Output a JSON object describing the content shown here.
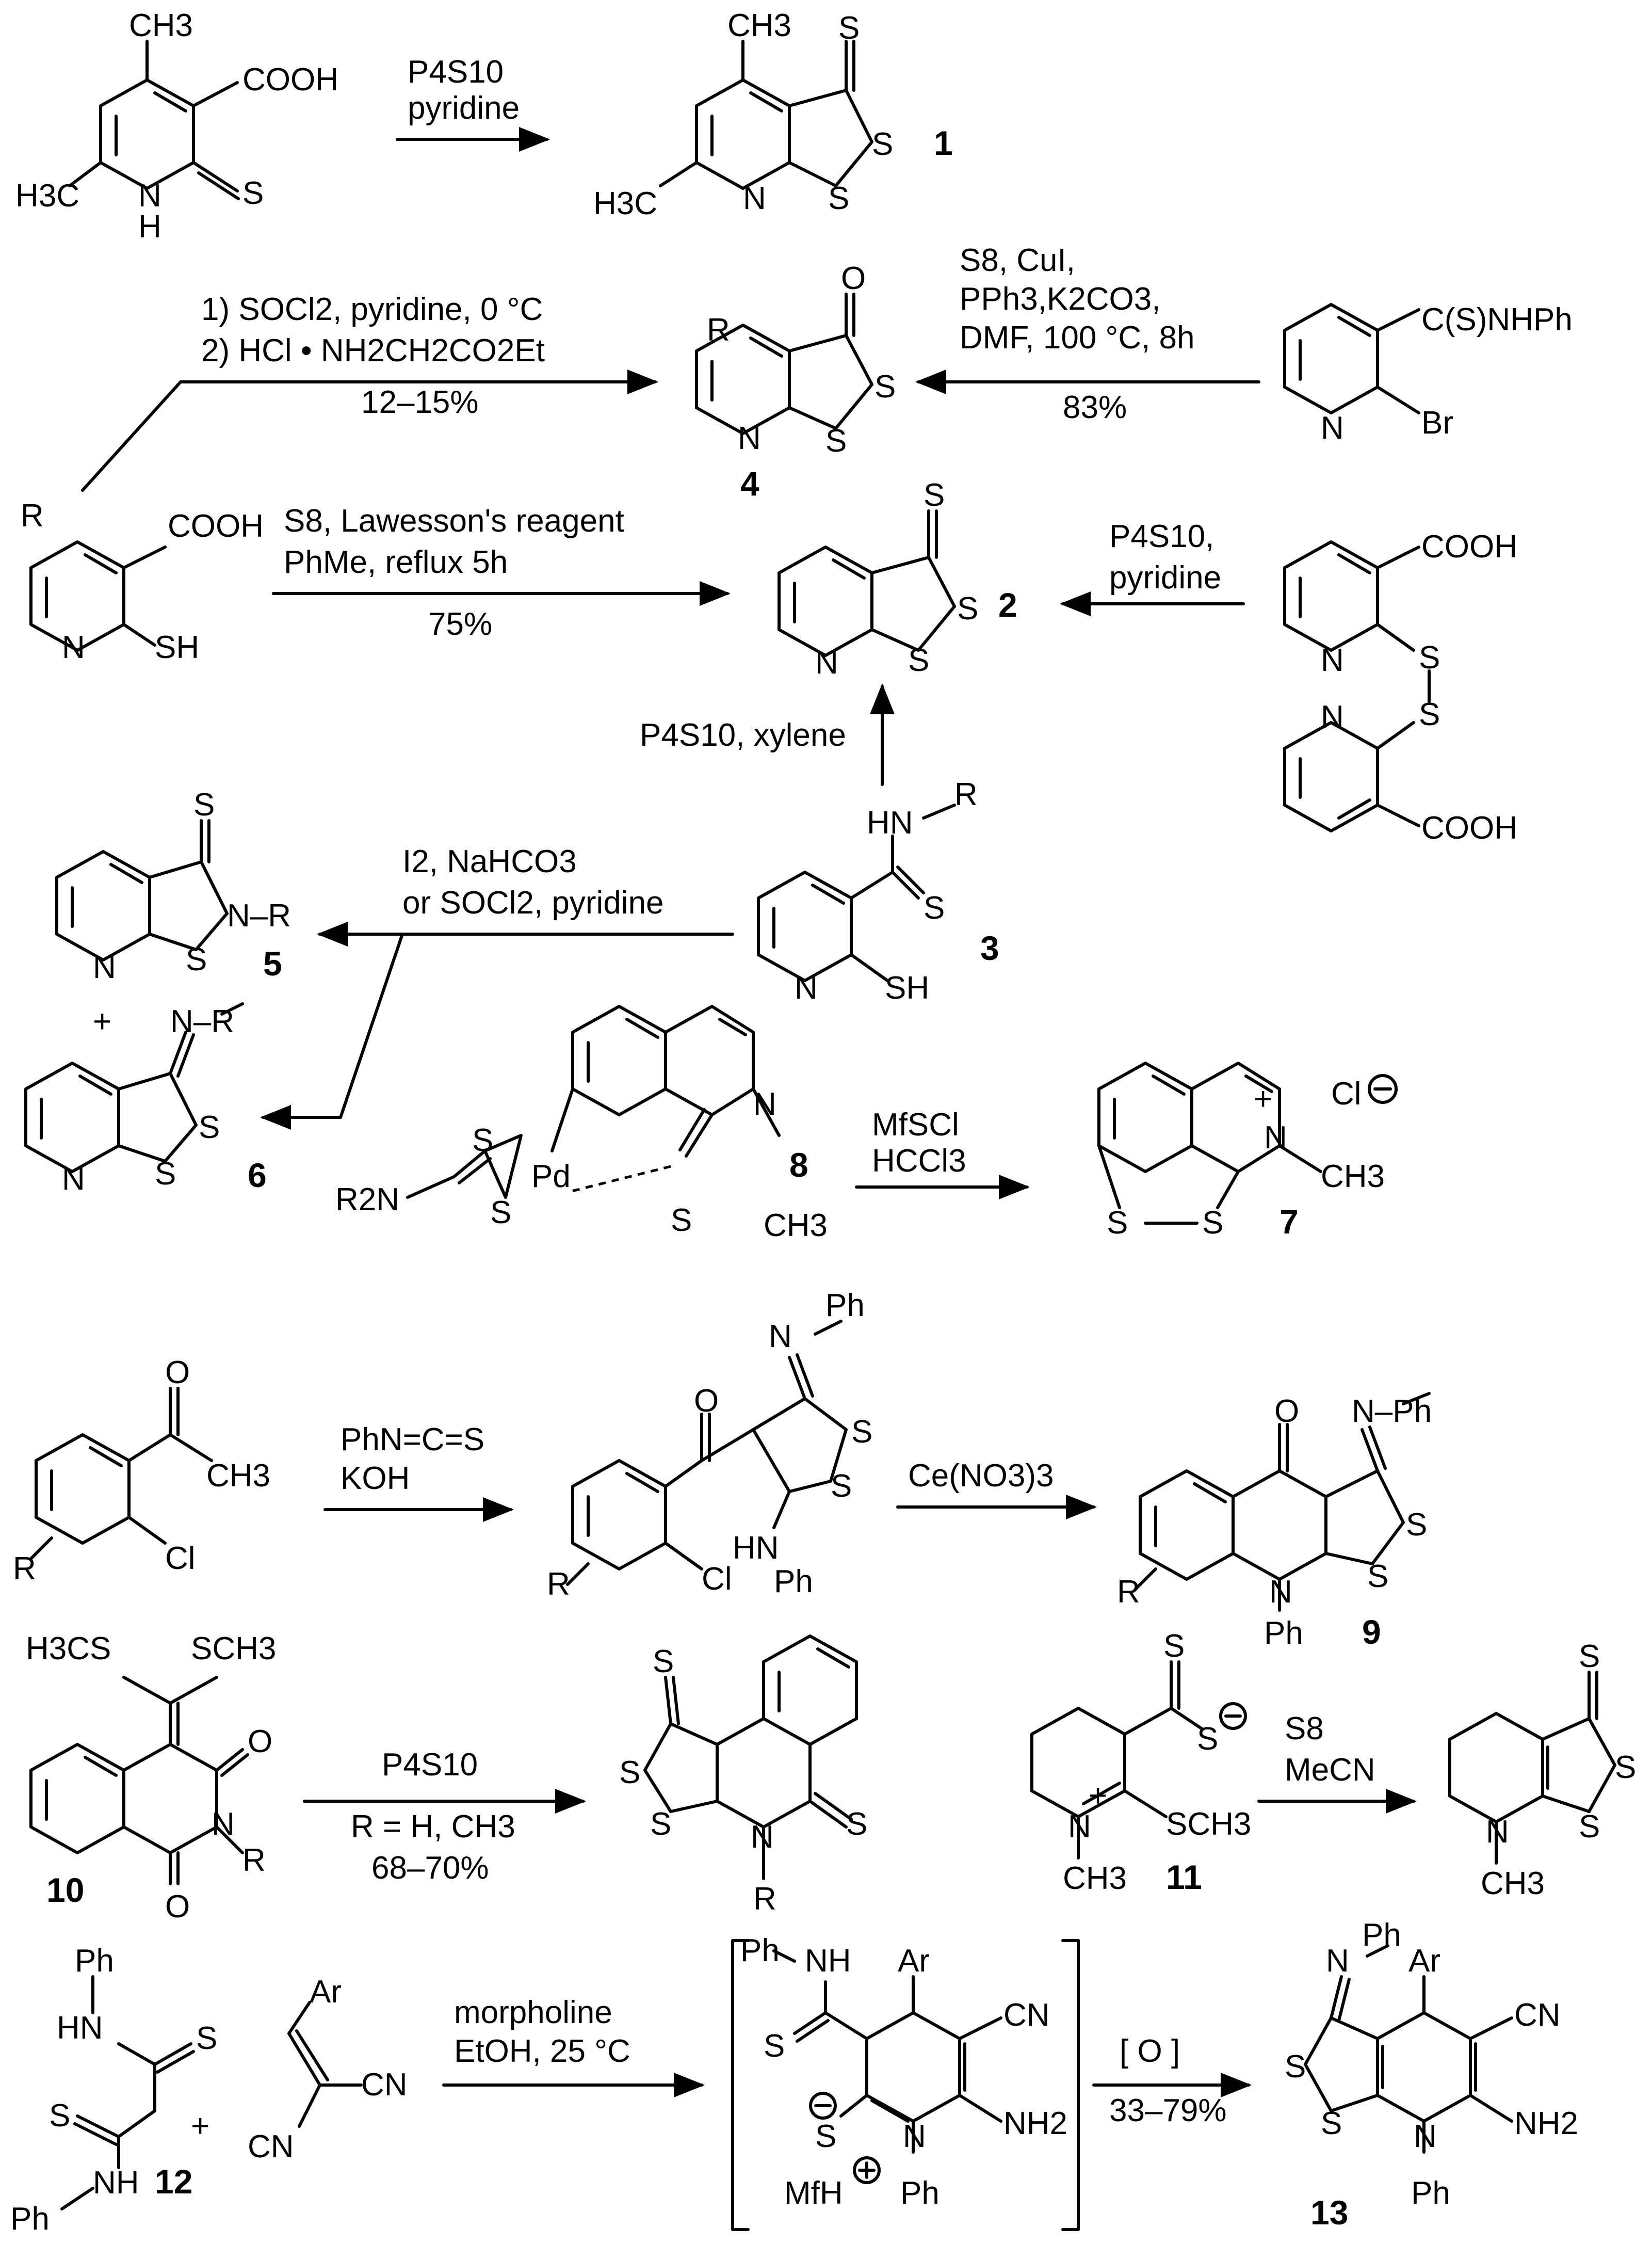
{
  "reactions": [
    {
      "id": "r1",
      "conditions": [
        "P4S10",
        "pyridine"
      ],
      "product": "1"
    },
    {
      "id": "r2",
      "conditions": [
        "1) SOCl2, pyridine, 0 °C",
        "2) HCl • NH2CH2CO2Et",
        "12–15%"
      ],
      "product": "4"
    },
    {
      "id": "r3",
      "conditions": [
        "S8, CuI,",
        "PPh3,K2CO3,",
        "DMF, 100 °C, 8h",
        "83%"
      ],
      "product": "4"
    },
    {
      "id": "r4",
      "conditions": [
        "S8, Lawesson's reagent",
        "PhMe, reflux 5h",
        "75%"
      ],
      "product": "2"
    },
    {
      "id": "r5",
      "conditions": [
        "P4S10,",
        "pyridine"
      ],
      "product": "2"
    },
    {
      "id": "r6",
      "conditions": [
        "P4S10, xylene"
      ],
      "product": "2"
    },
    {
      "id": "r7",
      "conditions": [
        "I2, NaHCO3",
        "or SOCl2, pyridine"
      ],
      "product": "5 + 6"
    },
    {
      "id": "r8",
      "conditions": [
        "MfSCl",
        "HCCl3"
      ],
      "product": "7"
    },
    {
      "id": "r9",
      "conditions": [
        "PhN=C=S",
        "KOH"
      ],
      "product": "intermediate"
    },
    {
      "id": "r10",
      "conditions": [
        "Ce(NO3)3"
      ],
      "product": "9"
    },
    {
      "id": "r11",
      "conditions": [
        "P4S10",
        "R = H, CH3",
        "68–70%"
      ],
      "product": "thione"
    },
    {
      "id": "r12",
      "conditions": [
        "S8",
        "MeCN"
      ],
      "product": "thione"
    },
    {
      "id": "r13",
      "conditions": [
        "morpholine",
        "EtOH, 25 °C"
      ],
      "product": "adduct"
    },
    {
      "id": "r14",
      "conditions": [
        "[ O ]",
        "33–79%"
      ],
      "product": "13"
    }
  ],
  "compound_numbers": [
    "1",
    "2",
    "3",
    "4",
    "5",
    "6",
    "7",
    "8",
    "9",
    "10",
    "11",
    "12",
    "13"
  ],
  "atom_labels": {
    "ch3": "CH3",
    "h3c": "H3C",
    "cooh": "COOH",
    "s": "S",
    "n": "N",
    "h": "H",
    "r": "R",
    "o": "O",
    "sh": "SH",
    "br": "Br",
    "cl": "Cl",
    "ph": "Ph",
    "pd": "Pd",
    "r2n": "R2N",
    "hn": "HN",
    "nh": "NH",
    "cn": "CN",
    "nh2": "NH2",
    "ar": "Ar",
    "mfh": "MfH",
    "n_r": "N–R",
    "n_ph": "N–Ph",
    "n_ch3": "N–CH3",
    "hn_ph": "HN",
    "h3cs": "H3CS",
    "sch3": "SCH3",
    "csnhph": "C(S)NHPh",
    "plus_sign": "+"
  }
}
